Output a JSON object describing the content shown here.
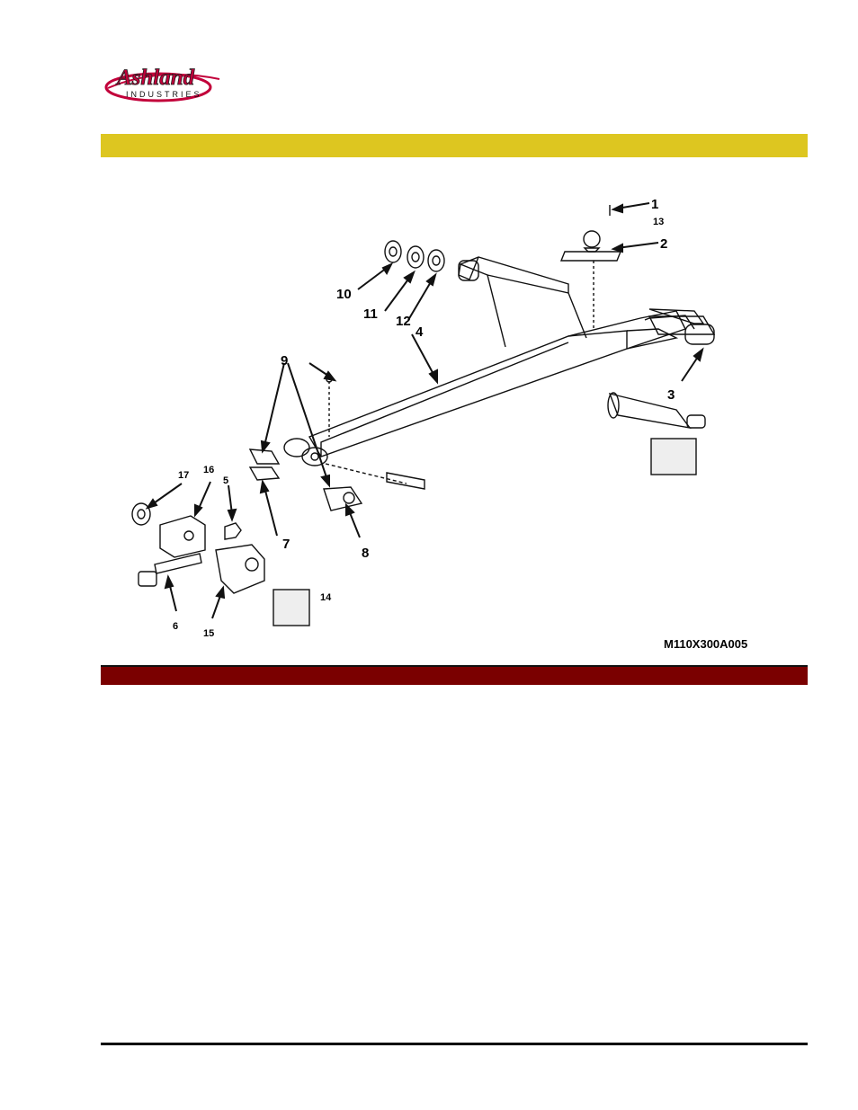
{
  "logo": {
    "brand": "Ashland",
    "sub": "INDUSTRIES"
  },
  "diagram": {
    "part_numbers": [
      "1",
      "2",
      "3",
      "4",
      "5",
      "6",
      "7",
      "8",
      "9",
      "10",
      "11",
      "12",
      "13",
      "14",
      "15",
      "16",
      "17"
    ],
    "code": "M110X300A005"
  },
  "colors": {
    "header_band": "#ddc620",
    "section_band": "#7a0000"
  }
}
